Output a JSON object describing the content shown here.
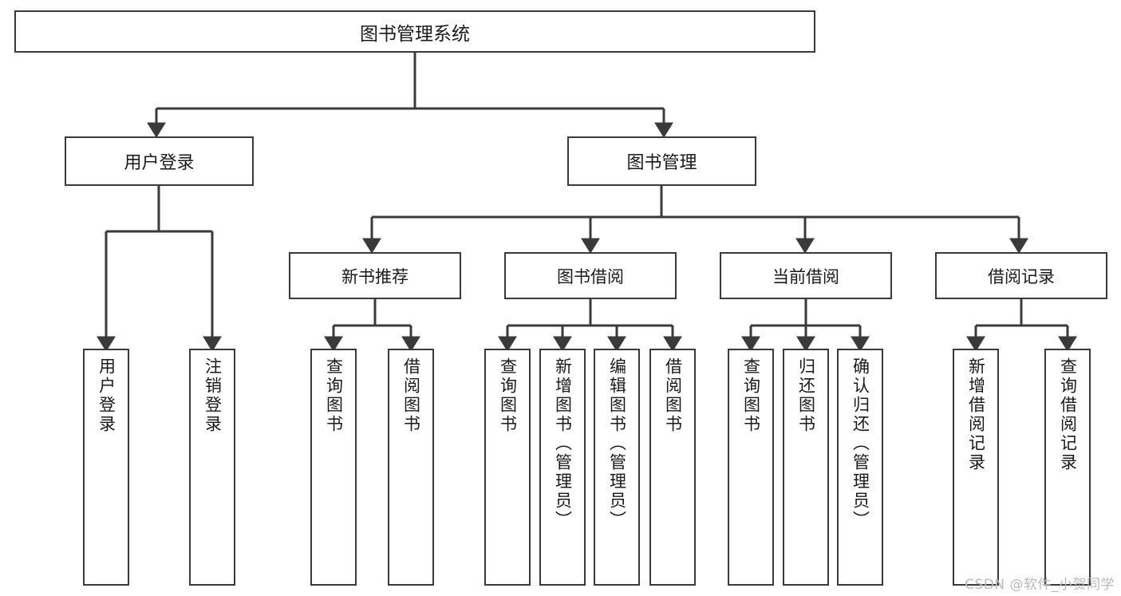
{
  "diagram": {
    "title": "图书管理系统",
    "type": "tree-hierarchy-diagram",
    "colors": {
      "box_border": "#3a3a3a",
      "box_fill": "#ffffff",
      "line": "#3a3a3a",
      "text": "#1a1a1a",
      "watermark": "#b9b9b9",
      "background": "#ffffff"
    },
    "root": {
      "label": "图书管理系统"
    },
    "level2": [
      {
        "label": "用户登录"
      },
      {
        "label": "图书管理"
      }
    ],
    "level3": [
      {
        "label": "新书推荐"
      },
      {
        "label": "图书借阅"
      },
      {
        "label": "当前借阅"
      },
      {
        "label": "借阅记录"
      }
    ],
    "leaves": {
      "user_login": [
        {
          "label": "用户登录"
        },
        {
          "label": "注销登录"
        }
      ],
      "new_book_recommend": [
        {
          "label": "查询图书"
        },
        {
          "label": "借阅图书"
        }
      ],
      "book_borrow": [
        {
          "label": "查询图书"
        },
        {
          "label": "新增图书（管理员）"
        },
        {
          "label": "编辑图书（管理员）"
        },
        {
          "label": "借阅图书"
        }
      ],
      "current_borrow": [
        {
          "label": "查询图书"
        },
        {
          "label": "归还图书"
        },
        {
          "label": "确认归还（管理员）"
        }
      ],
      "borrow_record": [
        {
          "label": "新增借阅记录"
        },
        {
          "label": "查询借阅记录"
        }
      ]
    }
  },
  "watermark": {
    "text": "CSDN @软件_小贺同学"
  }
}
